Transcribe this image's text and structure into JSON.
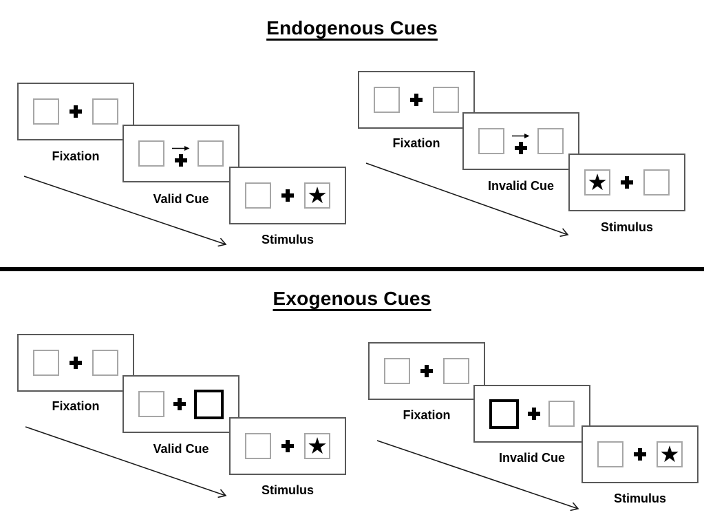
{
  "endogenous": {
    "title": "Endogenous Cues",
    "valid_sequence": {
      "fixation": "Fixation",
      "cue": "Valid Cue",
      "stimulus": "Stimulus"
    },
    "invalid_sequence": {
      "fixation": "Fixation",
      "cue": "Invalid Cue",
      "stimulus": "Stimulus"
    }
  },
  "exogenous": {
    "title": "Exogenous Cues",
    "valid_sequence": {
      "fixation": "Fixation",
      "cue": "Valid Cue",
      "stimulus": "Stimulus"
    },
    "invalid_sequence": {
      "fixation": "Fixation",
      "cue": "Invalid Cue",
      "stimulus": "Stimulus"
    }
  },
  "glyphs": {
    "star": "★"
  },
  "colors": {
    "background": "#ffffff",
    "ink": "#000000",
    "panel_border": "#595959",
    "placeholder_box_border": "#a6a6a6",
    "cue_highlight_border": "#000000"
  }
}
